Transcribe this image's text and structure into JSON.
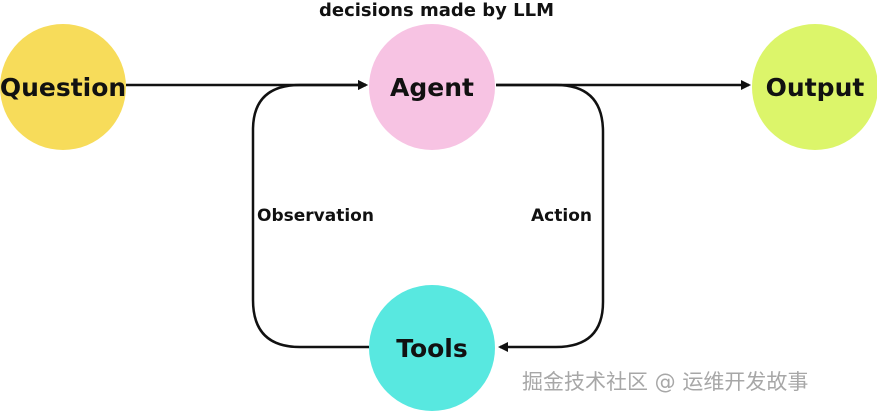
{
  "diagram": {
    "title": "decisions made by LLM",
    "nodes": {
      "question": {
        "label": "Question",
        "color": "#f7dc5a"
      },
      "agent": {
        "label": "Agent",
        "color": "#f7c3e3"
      },
      "output": {
        "label": "Output",
        "color": "#dcf56a"
      },
      "tools": {
        "label": "Tools",
        "color": "#58e8e0"
      }
    },
    "edges": {
      "observation": "Observation",
      "action": "Action"
    },
    "line_color": "#111111"
  },
  "watermark": {
    "text": "掘金技术社区 @ 运维开发故事"
  }
}
